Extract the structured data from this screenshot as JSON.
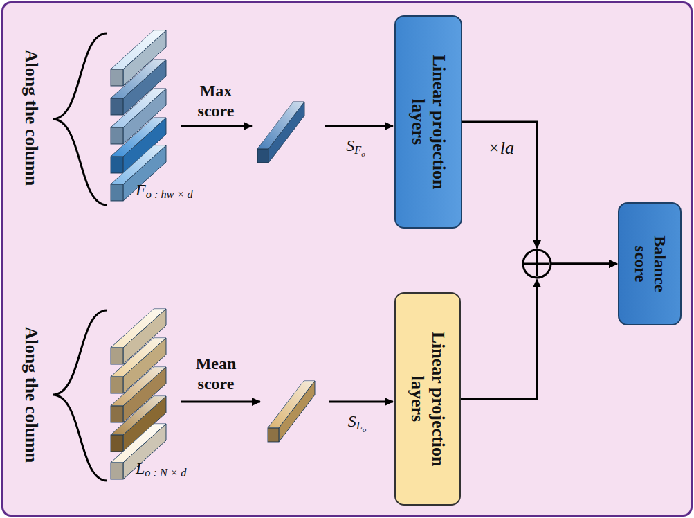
{
  "diagram": {
    "nodes": [
      {
        "text": [
          "Linear projection layers"
        ]
      },
      {
        "text": [
          "Linear projection layers"
        ]
      },
      {
        "text": [
          "Balance score"
        ]
      }
    ],
    "edges": [
      {
        "from": 0,
        "to": 2,
        "arrow": "to",
        "label": "×la"
      },
      {
        "from": 1,
        "to": 2,
        "arrow": "to"
      }
    ],
    "labels": [
      "Along the column",
      "Fo : hw × d",
      "Max score",
      "SFo",
      "Along the column",
      "Lo : N × d",
      "Mean score",
      "SLo"
    ]
  }
}
